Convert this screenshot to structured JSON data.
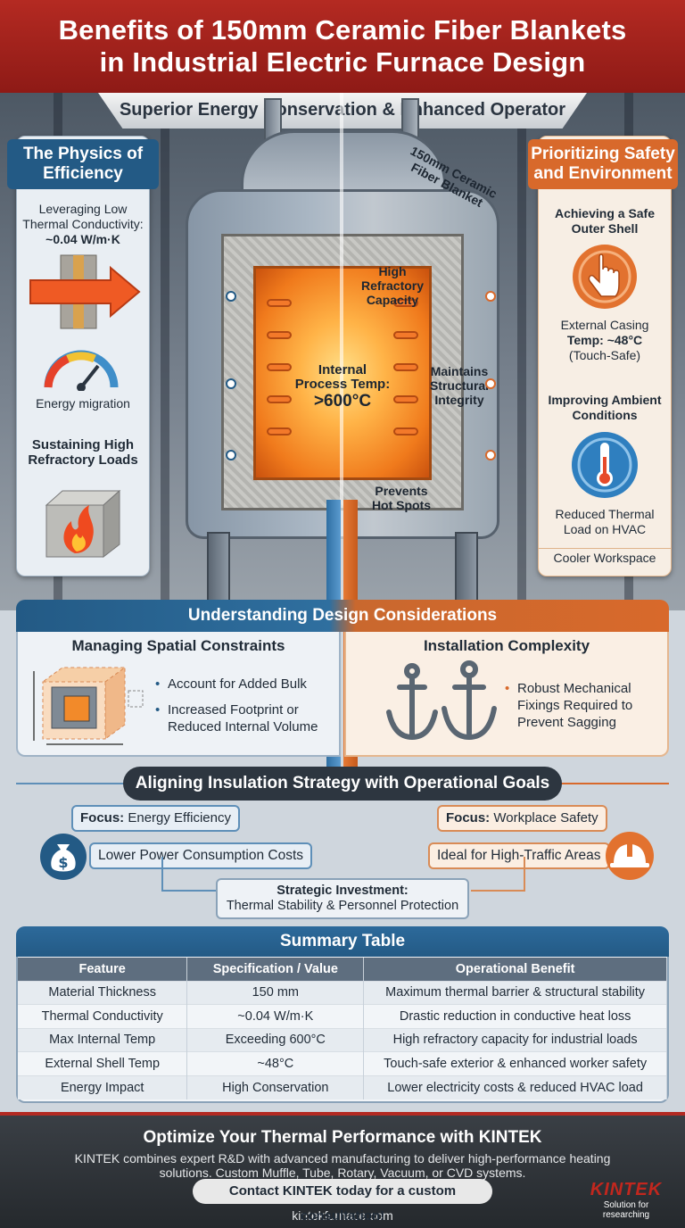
{
  "header": {
    "title_line1": "Benefits of 150mm Ceramic Fiber Blankets",
    "title_line2": "in Industrial Electric Furnace Design",
    "subtitle": "Superior Energy Conservation & Enhanced Operator Safety"
  },
  "left_panel": {
    "title_line1": "The Physics of",
    "title_line2": "Efficiency",
    "conductivity_line1": "Leveraging Low",
    "conductivity_line2": "Thermal Conductivity:",
    "conductivity_value": "~0.04 W/m·K",
    "energy_label": "Energy migration",
    "loads_line1": "Sustaining High",
    "loads_line2": "Refractory Loads"
  },
  "right_panel": {
    "title_line1": "Prioritizing Safety",
    "title_line2": "and Environment",
    "shell_line1": "Achieving a Safe",
    "shell_line2": "Outer Shell",
    "casing_line1": "External Casing",
    "casing_line2": "Temp: ~48°C",
    "casing_line3": "(Touch-Safe)",
    "ambient_line1": "Improving Ambient",
    "ambient_line2": "Conditions",
    "hvac_line1": "Reduced Thermal",
    "hvac_line2": "Load on HVAC",
    "workspace": "Cooler Workspace"
  },
  "furnace": {
    "blanket_line1": "150mm Ceramic",
    "blanket_line2": "Fiber Blanket",
    "refractory_line1": "High",
    "refractory_line2": "Refractory",
    "refractory_line3": "Capacity",
    "internal_line1": "Internal",
    "internal_line2": "Process Temp:",
    "internal_line3": ">600°C",
    "integrity_line1": "Maintains",
    "integrity_line2": "Structural",
    "integrity_line3": "Integrity",
    "hotspots_line1": "Prevents",
    "hotspots_line2": "Hot Spots"
  },
  "design": {
    "title": "Understanding Design Considerations",
    "left_title": "Managing Spatial Constraints",
    "left_bullet1": "Account for Added Bulk",
    "left_bullet2_line1": "Increased Footprint or",
    "left_bullet2_line2": "Reduced Internal Volume",
    "right_title": "Installation Complexity",
    "right_bullet_line1": "Robust Mechanical",
    "right_bullet_line2": "Fixings Required to",
    "right_bullet_line3": "Prevent Sagging"
  },
  "align": {
    "title": "Aligning Insulation Strategy with Operational Goals",
    "focus_label": "Focus:",
    "focus_left": "Energy Efficiency",
    "focus_right": "Workplace Safety",
    "left_result": "Lower Power Consumption Costs",
    "right_result": "Ideal for High-Traffic Areas",
    "strategic_line1": "Strategic Investment:",
    "strategic_line2": "Thermal Stability & Personnel Protection"
  },
  "summary": {
    "title": "Summary Table",
    "headers": [
      "Feature",
      "Specification / Value",
      "Operational Benefit"
    ],
    "rows": [
      [
        "Material Thickness",
        "150 mm",
        "Maximum thermal barrier & structural stability"
      ],
      [
        "Thermal Conductivity",
        "~0.04 W/m·K",
        "Drastic reduction in conductive heat loss"
      ],
      [
        "Max Internal Temp",
        "Exceeding 600°C",
        "High refractory capacity for industrial loads"
      ],
      [
        "External Shell Temp",
        "~48°C",
        "Touch-safe exterior & enhanced worker safety"
      ],
      [
        "Energy Impact",
        "High Conservation",
        "Lower electricity costs & reduced HVAC load"
      ]
    ]
  },
  "footer": {
    "title": "Optimize Your Thermal Performance with KINTEK",
    "body_line1": "KINTEK combines expert R&D with advanced manufacturing to deliver high-performance heating",
    "body_line2": "solutions. Custom Muffle, Tube, Rotary, Vacuum, or CVD systems.",
    "cta": "Contact KINTEK today for a custom consultation!",
    "url": "kintekfurnace.com",
    "logo": "KINTEK",
    "logo_tagline": "Solution for researching"
  },
  "colors": {
    "brand_red": "#b42a22",
    "blue": "#235a85",
    "orange": "#d8692b"
  },
  "icons": [
    "hot-arrow-icon",
    "gauge-icon",
    "fire-block-icon",
    "touch-hand-icon",
    "thermometer-icon",
    "furnace-box-icon",
    "anchor-icon",
    "money-bag-icon",
    "hard-hat-icon"
  ]
}
